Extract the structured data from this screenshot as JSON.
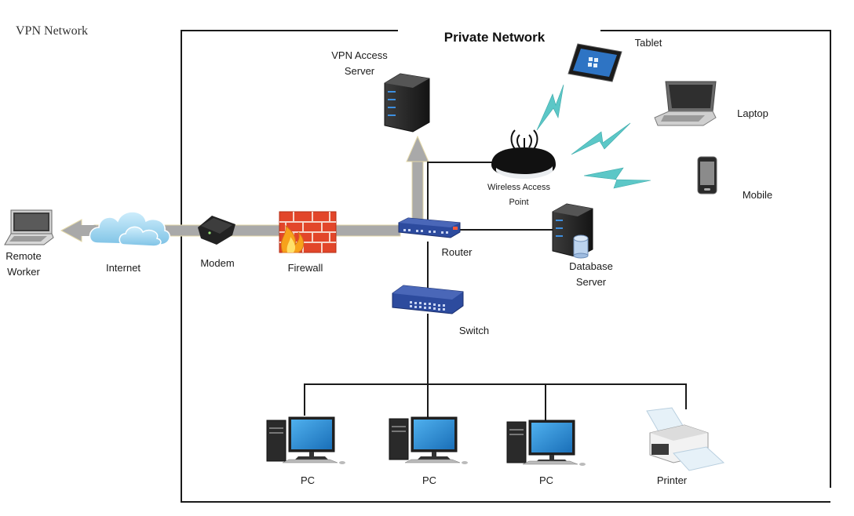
{
  "diagram": {
    "outer_label": "VPN Network",
    "container_title": "Private Network",
    "nodes": {
      "remote_worker": "Remote\nWorker",
      "internet": "Internet",
      "modem": "Modem",
      "firewall": "Firewall",
      "router": "Router",
      "vpn_server": "VPN Access\nServer",
      "wireless_ap": "Wireless Access\nPoint",
      "database_server": "Database\nServer",
      "switch": "Switch",
      "tablet": "Tablet",
      "laptop": "Laptop",
      "mobile": "Mobile",
      "pc1": "PC",
      "pc2": "PC",
      "pc3": "PC",
      "printer": "Printer"
    },
    "colors": {
      "border": "#1a1a1a",
      "pipe": "#a9a9a9",
      "pipe_edge": "#e8dcaa",
      "wireless": "#5cc7c7",
      "cloud": "#a9d8ef",
      "brick": "#e2462a",
      "router_body": "#2d4b9e",
      "monitor_screen": "#2b8fd6"
    }
  }
}
